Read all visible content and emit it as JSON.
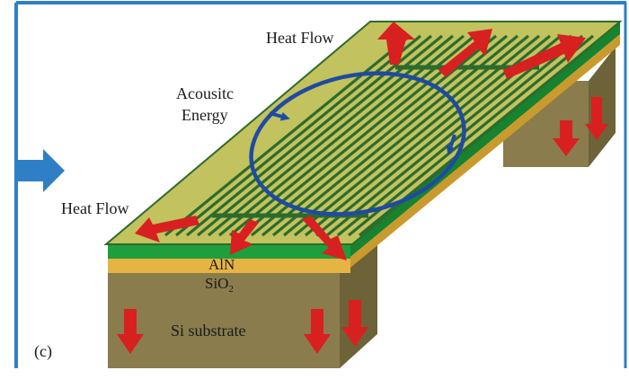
{
  "figure": {
    "panel_label": "(c)",
    "labels": {
      "heat_flow_top": "Heat Flow",
      "heat_flow_left": "Heat Flow",
      "acoustic_line1": "Acousitc",
      "acoustic_line2": "Energy",
      "aln": "AlN",
      "sio2_base": "SiO",
      "sio2_sub": "2",
      "si_substrate": "Si substrate"
    },
    "colors": {
      "frame": "#2f7fc6",
      "side_arrow": "#2f7fc6",
      "electrode_surface": "#c2c25e",
      "electrode_line": "#2d6b2d",
      "aln_layer": "#1e9e3c",
      "sio2_layer": "#e5b443",
      "substrate_front": "#8a7c4c",
      "substrate_side": "#6e6238",
      "substrate_top": "#a59a60",
      "heat_arrow": "#d82020",
      "energy_loop": "#1f4aa3"
    }
  }
}
